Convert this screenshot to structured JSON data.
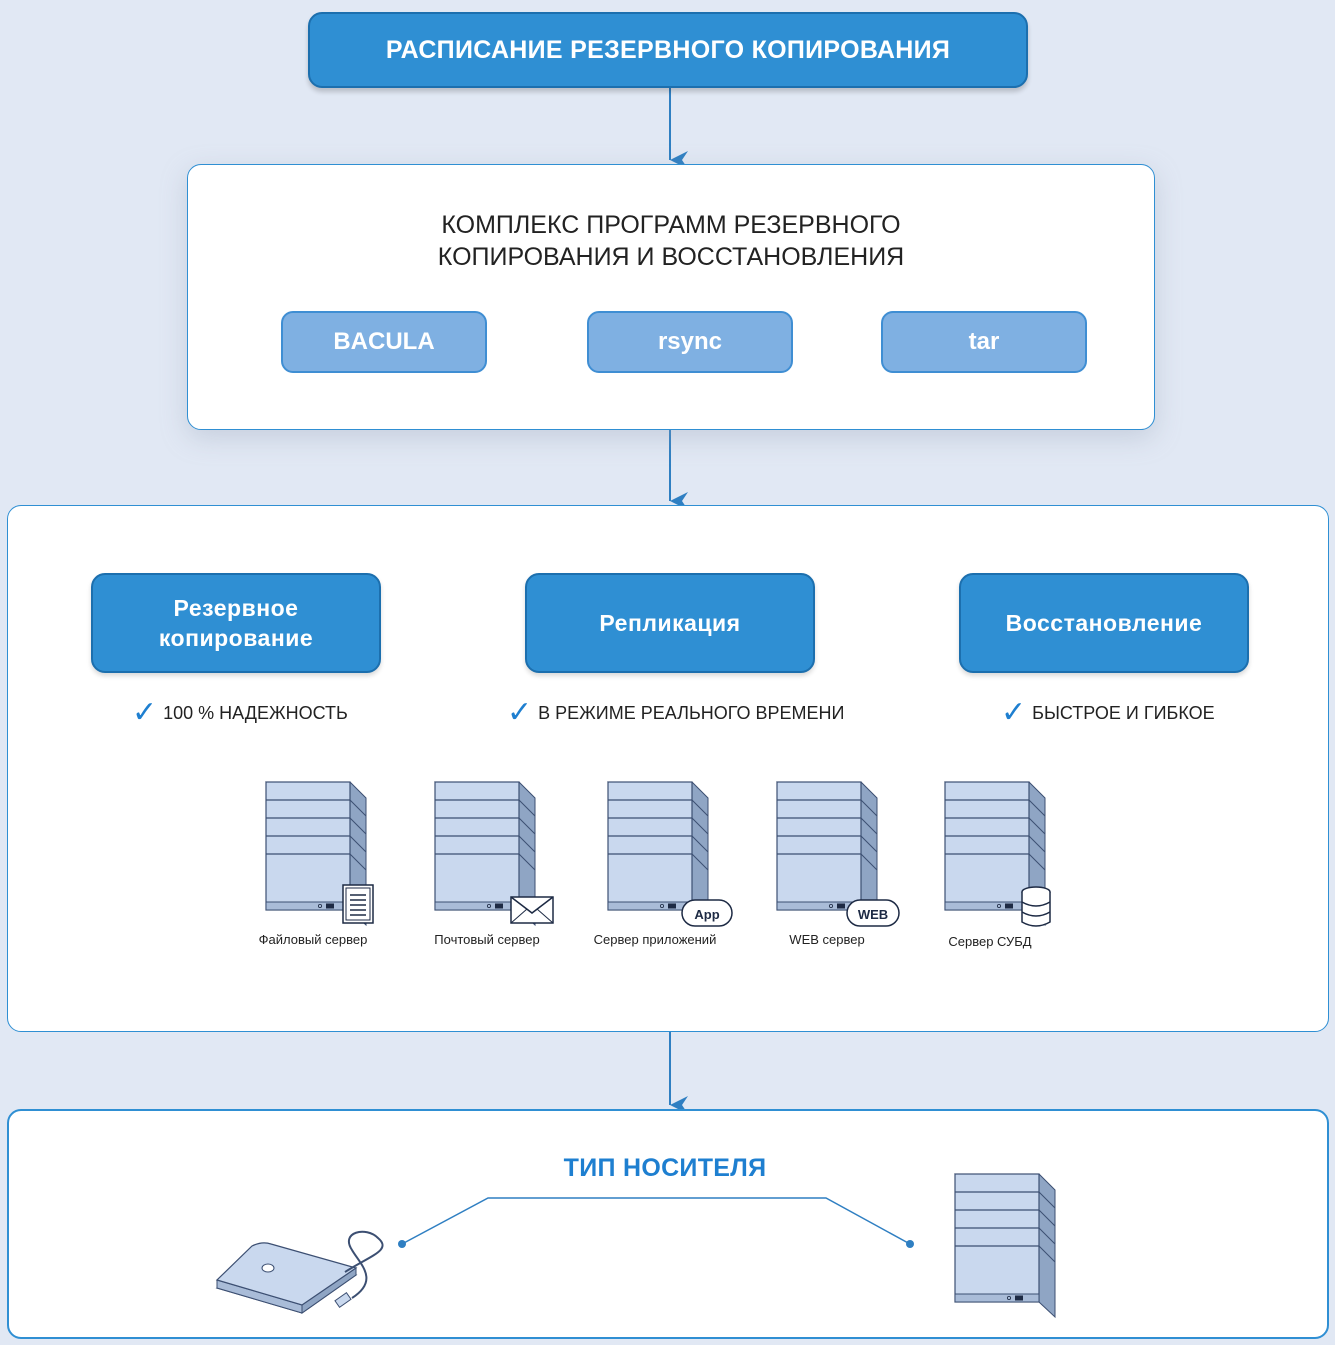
{
  "colors": {
    "background": "#e1e8f4",
    "accent": "#2f8fd3",
    "accent_dark": "#1c6fae",
    "tool_fill": "#7fb0e2",
    "server_fill": "#c9d8ee",
    "media_title": "#1e7fd0"
  },
  "schedule": {
    "title": "РАСПИСАНИЕ РЕЗЕРВНОГО КОПИРОВАНИЯ"
  },
  "suite": {
    "title_line1": "КОМПЛЕКС ПРОГРАММ РЕЗЕРВНОГО",
    "title_line2": "КОПИРОВАНИЯ И ВОССТАНОВЛЕНИЯ",
    "tools": [
      "BACULA",
      "rsync",
      "tar"
    ]
  },
  "operations": {
    "items": [
      {
        "line1": "Резервное",
        "line2": "копирование",
        "feature": "100 % НАДЕЖНОСТЬ"
      },
      {
        "line1": "Репликация",
        "line2": "",
        "feature": "В РЕЖИМЕ РЕАЛЬНОГО ВРЕМЕНИ"
      },
      {
        "line1": "Восстановление",
        "line2": "",
        "feature": "БЫСТРОЕ И ГИБКОЕ"
      }
    ],
    "check_icon": "checkmark-icon"
  },
  "servers": [
    {
      "label": "Файловый сервер",
      "badge_icon": "document-icon",
      "badge_text": ""
    },
    {
      "label": "Почтовый сервер",
      "badge_icon": "envelope-icon",
      "badge_text": ""
    },
    {
      "label": "Сервер приложений",
      "badge_icon": "app-badge-icon",
      "badge_text": "App"
    },
    {
      "label": "WEB сервер",
      "badge_icon": "web-badge-icon",
      "badge_text": "WEB"
    },
    {
      "label": "Сервер СУБД",
      "badge_icon": "database-icon",
      "badge_text": ""
    }
  ],
  "media": {
    "title": "ТИП НОСИТЕЛЯ",
    "left_icon": "external-drive-icon",
    "right_icon": "server-icon"
  }
}
